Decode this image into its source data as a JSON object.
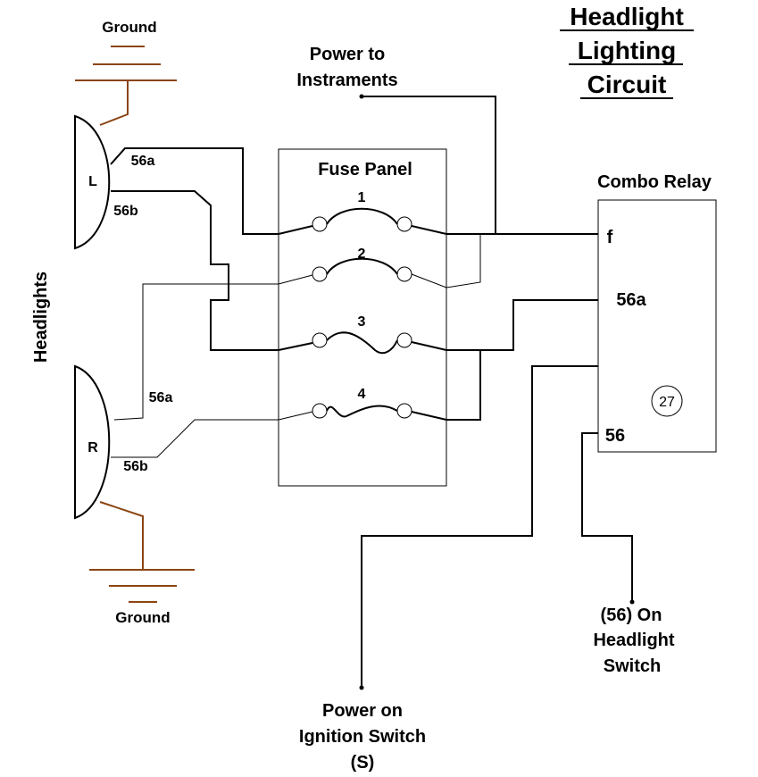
{
  "title": [
    "Headlight",
    "Lighting",
    "Circuit"
  ],
  "ground_top": "Ground",
  "ground_bottom": "Ground",
  "power_instruments": [
    "Power to",
    "Instraments"
  ],
  "fuse_panel_label": "Fuse Panel",
  "fuse_numbers": [
    "1",
    "2",
    "3",
    "4"
  ],
  "relay_label": "Combo Relay",
  "relay_terminals": {
    "f": "f",
    "a56": "56a",
    "t56": "56",
    "num": "27"
  },
  "headlights_label": "Headlights",
  "left_lamp": {
    "letter": "L",
    "t56a": "56a",
    "t56b": "56b"
  },
  "right_lamp": {
    "letter": "R",
    "t56a": "56a",
    "t56b": "56b"
  },
  "switch_label": [
    "(56) On",
    "Headlight",
    "Switch"
  ],
  "ignition_label": [
    "Power on",
    "Ignition Switch",
    "(S)"
  ],
  "colors": {
    "wire": "#000000",
    "ground": "#8B4513",
    "background": "#ffffff"
  }
}
